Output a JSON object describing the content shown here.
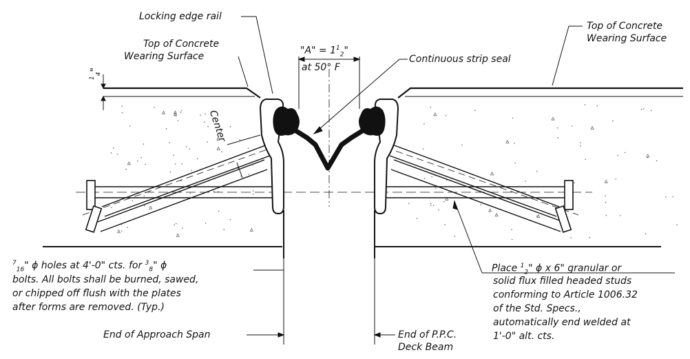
{
  "labels": {
    "locking_edge_rail": "Locking edge rail",
    "top_concrete_left_1": "Top of Concrete",
    "top_concrete_left_2": "Wearing Surface",
    "top_concrete_right_1": "Top of Concrete",
    "top_concrete_right_2": "Wearing Surface",
    "gap_a_prefix": "\"A\" = 1",
    "gap_a_num": "1",
    "gap_a_den": "2",
    "gap_a_suffix": "\"",
    "gap_temp": "at 50° F",
    "strip_seal": "Continuous strip seal",
    "center": "Center",
    "quarter_num": "1",
    "quarter_den": "4",
    "quarter_unit": "\"",
    "holes_line1_num": "7",
    "holes_line1_den": "16",
    "holes_line1_mid": "\" ϕ holes at 4'-0\" cts. for ",
    "holes_line1_num2": "3",
    "holes_line1_den2": "8",
    "holes_line1_end": "\" ϕ",
    "holes_line2": "bolts. All bolts shall be burned, sawed,",
    "holes_line3": "or chipped off flush with the plates",
    "holes_line4": "after forms are removed. (Typ.)",
    "end_approach": "End of Approach Span",
    "end_ppc_1": "End of P.P.C.",
    "end_ppc_2": "Deck Beam",
    "studs_line1_a": "Place ",
    "studs_line1_num": "1",
    "studs_line1_den": "2",
    "studs_line1_b": "\" ϕ x 6\" granular or",
    "studs_line2": "solid flux filled headed studs",
    "studs_line3": "conforming to Article 1006.32",
    "studs_line4": "of the Std. Specs.,",
    "studs_line5": "automatically end welded at",
    "studs_line6": "1'-0\" alt. cts."
  }
}
